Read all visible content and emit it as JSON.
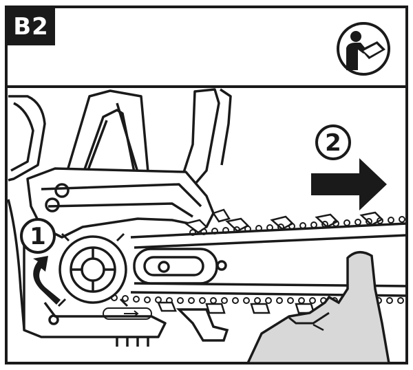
{
  "header": {
    "step_label": "B2",
    "manual_icon": "read-manual-icon"
  },
  "callouts": [
    {
      "number": "1",
      "meaning": "tension-direction"
    },
    {
      "number": "2",
      "meaning": "pull-direction"
    }
  ],
  "colors": {
    "ink": "#1a1a1a",
    "hand_fill": "#d8d8d8",
    "background": "#ffffff"
  }
}
